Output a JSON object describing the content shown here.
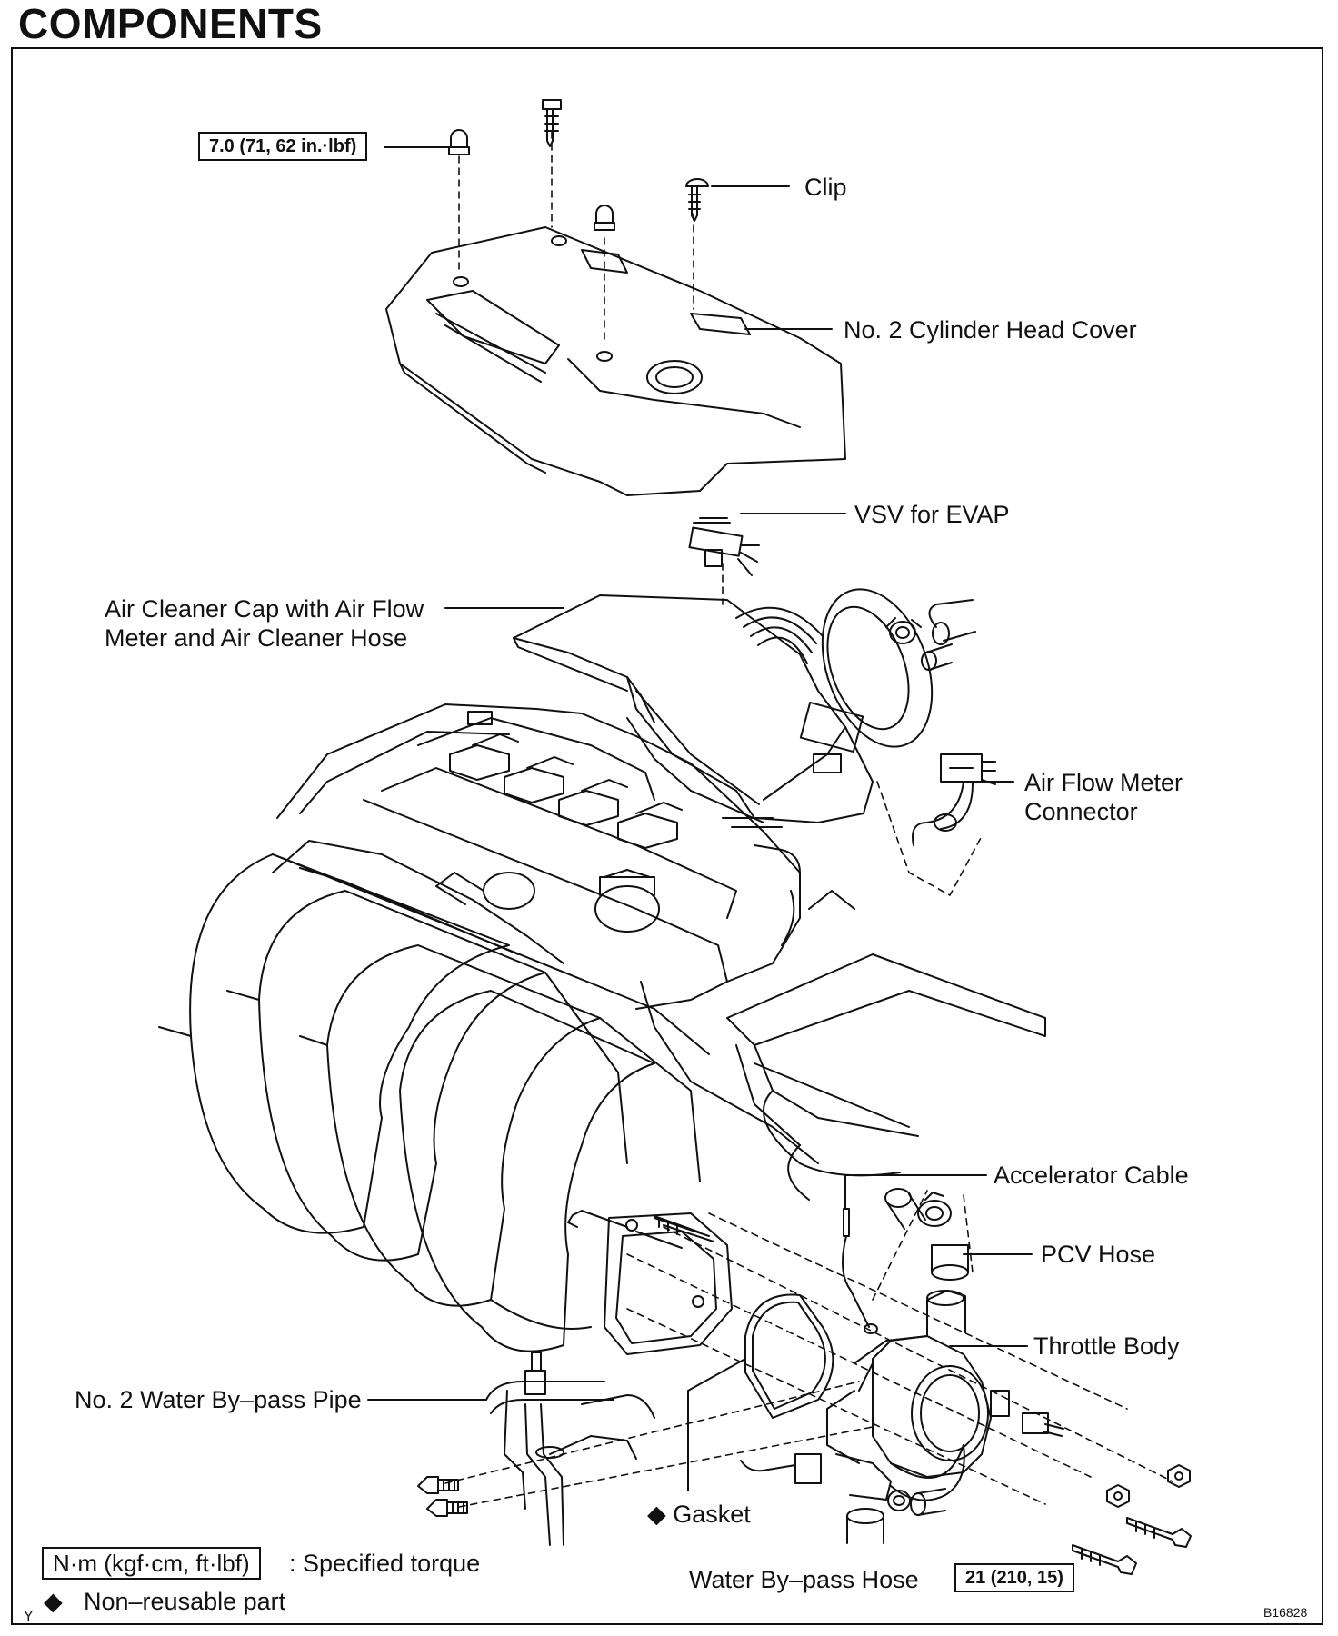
{
  "title": "COMPONENTS",
  "torque_boxes": {
    "top": "7.0 (71, 62 in.·lbf)",
    "bottom": "21 (210, 15)"
  },
  "labels": {
    "clip": "Clip",
    "head_cover": "No. 2 Cylinder Head Cover",
    "vsv": "VSV for EVAP",
    "air_cleaner_line1": "Air Cleaner Cap with Air Flow",
    "air_cleaner_line2": "Meter and Air Cleaner Hose",
    "afm_connector_line1": "Air Flow Meter",
    "afm_connector_line2": "Connector",
    "accelerator_cable": "Accelerator Cable",
    "pcv_hose": "PCV Hose",
    "throttle_body": "Throttle Body",
    "water_pipe": "No. 2 Water By–pass Pipe",
    "gasket": "◆ Gasket",
    "water_hose": "Water By–pass Hose"
  },
  "legend": {
    "unit_box": "N·m (kgf·cm, ft·lbf)",
    "unit_text": ": Specified torque",
    "nonreusable_marker": "◆",
    "nonreusable_text": "Non–reusable part",
    "corner_letter": "Y"
  },
  "figure_code": "B16828"
}
